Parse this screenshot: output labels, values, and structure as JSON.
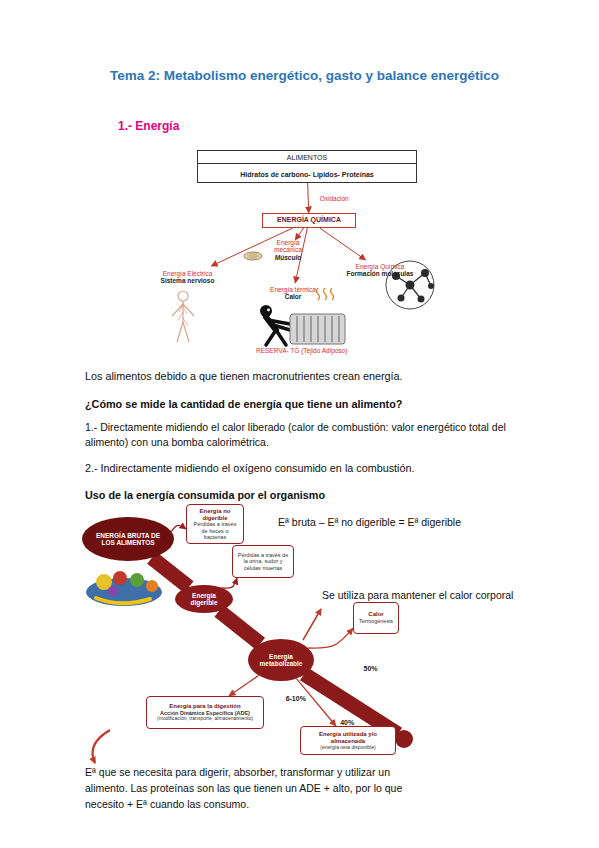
{
  "diagram": {
    "title": "Tema 2: Metabolismo energético, gasto y balance energético",
    "nodes": [
      {
        "text": [
          "ALIMENTOS",
          "Hidratos de carbono- Lípidos- Proteínas"
        ]
      },
      {
        "text": [
          "ENERGÍA QUÍMICA"
        ]
      },
      {
        "text": [
          "Energía Eléctrica",
          "Sistema nervioso"
        ]
      },
      {
        "text": [
          "Energía mecánica",
          "Músculo"
        ]
      },
      {
        "text": [
          "Energía térmica",
          "Calor"
        ]
      },
      {
        "text": [
          "Energía Química",
          "Formación moléculas"
        ]
      },
      {
        "text": [
          "ENERGÍA BRUTA DE LOS ALIMENTOS"
        ]
      },
      {
        "text": [
          "Energía no digerible",
          "Pérdidas a través de heces o bacterias"
        ]
      },
      {
        "text": [
          "Pérdidas a través de la orina, sudor y células muertas"
        ]
      },
      {
        "text": [
          "Energía digerible"
        ]
      },
      {
        "text": [
          "Energía metabolizable"
        ]
      },
      {
        "text": [
          "Calor",
          "Termogénesis"
        ]
      },
      {
        "text": [
          "Energía para la digestión",
          "Acción Dinámica Específica (ADE)",
          "(modificación, transporte, almacenamiento)"
        ]
      },
      {
        "text": [
          "Energía utilizada y/o almacenada",
          "(energía neta disponible)"
        ]
      }
    ],
    "edges": [
      {
        "from": 0,
        "to": 1,
        "label": "Oxidación",
        "arrow": "to"
      },
      {
        "from": 1,
        "to": 2,
        "arrow": "to"
      },
      {
        "from": 1,
        "to": 3,
        "arrow": "to"
      },
      {
        "from": 1,
        "to": 4,
        "arrow": "to"
      },
      {
        "from": 1,
        "to": 5,
        "arrow": "to"
      },
      {
        "from": 6,
        "to": 7,
        "arrow": "to"
      },
      {
        "from": 6,
        "to": 9,
        "arrow": "none"
      },
      {
        "from": 9,
        "to": 8,
        "arrow": "to"
      },
      {
        "from": 9,
        "to": 10,
        "arrow": "none"
      },
      {
        "from": 10,
        "to": 11,
        "label": "50%",
        "arrow": "to"
      },
      {
        "from": 10,
        "to": 12,
        "label": "6-10%",
        "arrow": "to"
      },
      {
        "from": 10,
        "to": 13,
        "label": "40%",
        "arrow": "to"
      }
    ],
    "labels": [
      "1.- Energía",
      "RESERVA- TG (Tejido Adiposo)",
      "Los alimentos debido a que tienen macronutrientes crean energía.",
      "¿Cómo se mide la cantidad de energía que tiene un alimento?",
      "1.- Directamente midiendo el calor liberado (calor de combustión: valor energético total del alimento) con una bomba calorimétrica.",
      "2.- Indirectamente midiendo el oxígeno consumido en la combustión.",
      "Uso de la energía consumida por el organismo",
      "Eª bruta – Eª no digerible = Eª digerible",
      "Se utiliza para mantener el calor corporal",
      "Eª que se necesita para digerir, absorber, transformar y utilizar un alimento. Las proteínas son las que tienen un ADE + alto, por lo que necesito + Eª cuando las consumo."
    ]
  }
}
